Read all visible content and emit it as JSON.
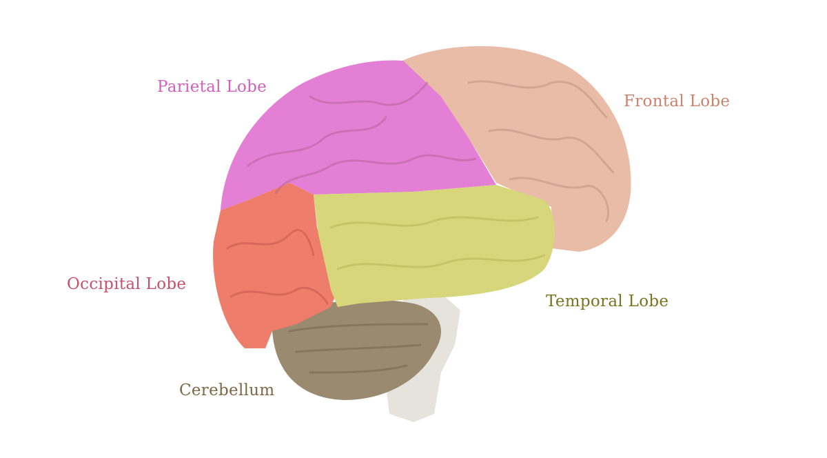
{
  "labels": {
    "parietal": "Parietal Lobe",
    "frontal": "Frontal Lobe",
    "occipital": "Occipital Lobe",
    "temporal": "Temporal Lobe",
    "cerebellum": "Cerebellum"
  },
  "colors": {
    "parietal": "#e47fd6",
    "frontal": "#e9bca8",
    "occipital": "#ee7d6c",
    "temporal": "#d8d67a",
    "cerebellum": "#9a8a70",
    "brainstem": "#e6e2dc",
    "parietal_text": "#d25fbf",
    "frontal_text": "#c9826c",
    "occipital_text": "#c8506a",
    "temporal_text": "#7a7420",
    "cerebellum_text": "#7d6845"
  }
}
